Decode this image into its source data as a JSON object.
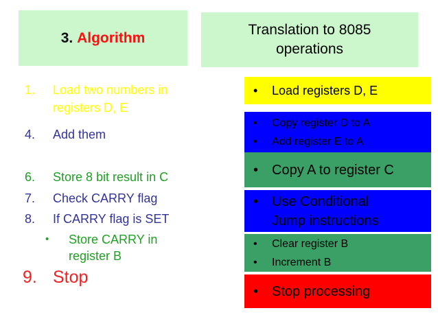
{
  "slide": {
    "background": "#ffffff",
    "description": "Presentation slide: 8085 algorithm steps and their translation to 8085 operations"
  },
  "colors": {
    "header_bg": "#ccf6cb",
    "box_yellow": "#ffff00",
    "box_blue": "#0000ff",
    "box_green": "#3aa065",
    "box_red": "#ff0000",
    "text_yellow": "#ffff00",
    "text_navy": "#333399",
    "text_green": "#1fa024",
    "text_red": "#ee2222",
    "text_title_red": "#ff0f0f",
    "text_black": "#000000"
  },
  "ui": {
    "bullet_char": "•"
  },
  "left_header": {
    "prefix": "3.",
    "title": "Algorithm"
  },
  "right_header": {
    "text": "Translation to 8085 operations"
  },
  "algorithm_list": {
    "items": [
      {
        "marker": "1.",
        "text": "Load two numbers in registers D, E",
        "color": "yellow"
      },
      {
        "marker": "4.",
        "text": "Add them",
        "color": "navy"
      },
      {
        "marker": "6.",
        "text": "Store 8 bit result in C",
        "color": "green"
      },
      {
        "marker": "7.",
        "text": "Check CARRY flag",
        "color": "navy"
      },
      {
        "marker": "8.",
        "text": "If CARRY flag is SET",
        "color": "navy"
      },
      {
        "marker": "•",
        "text": "Store CARRY in register B",
        "color": "green",
        "sub_item": true
      },
      {
        "marker": "9.",
        "text": "Stop",
        "color": "red",
        "emphasized": true
      }
    ]
  },
  "translation_boxes": [
    {
      "bg": "yellow",
      "items": [
        "Load registers D, E"
      ]
    },
    {
      "bg": "blue",
      "items": [
        "Copy register D to A",
        "Add register E to A"
      ]
    },
    {
      "bg": "green",
      "items": [
        "Copy A to register C"
      ]
    },
    {
      "bg": "blue",
      "items": [
        "Use Conditional Jump instructions"
      ]
    },
    {
      "bg": "green",
      "items": [
        "Clear register B",
        "Increment B"
      ]
    },
    {
      "bg": "red",
      "items": [
        "Stop processing"
      ]
    }
  ]
}
